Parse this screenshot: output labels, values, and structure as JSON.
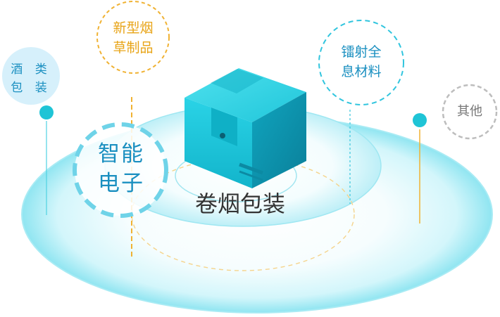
{
  "categories": {
    "wine": {
      "line1": "酒 类",
      "line2": "包 装"
    },
    "tobacco_products": {
      "line1": "新型烟",
      "line2": "草制品"
    },
    "laser": {
      "line1": "镭射全",
      "line2": "息材料"
    },
    "other": {
      "line1": "其他"
    },
    "smart_electronics": {
      "line1": "智能",
      "line2": "电子"
    }
  },
  "center_title": "卷烟包装",
  "colors": {
    "cyan": "#21c8de",
    "cyan_light": "#c7f5fb",
    "blue_text": "#1a8fc0",
    "orange": "#f0b233",
    "gray": "#b9b9b9"
  }
}
